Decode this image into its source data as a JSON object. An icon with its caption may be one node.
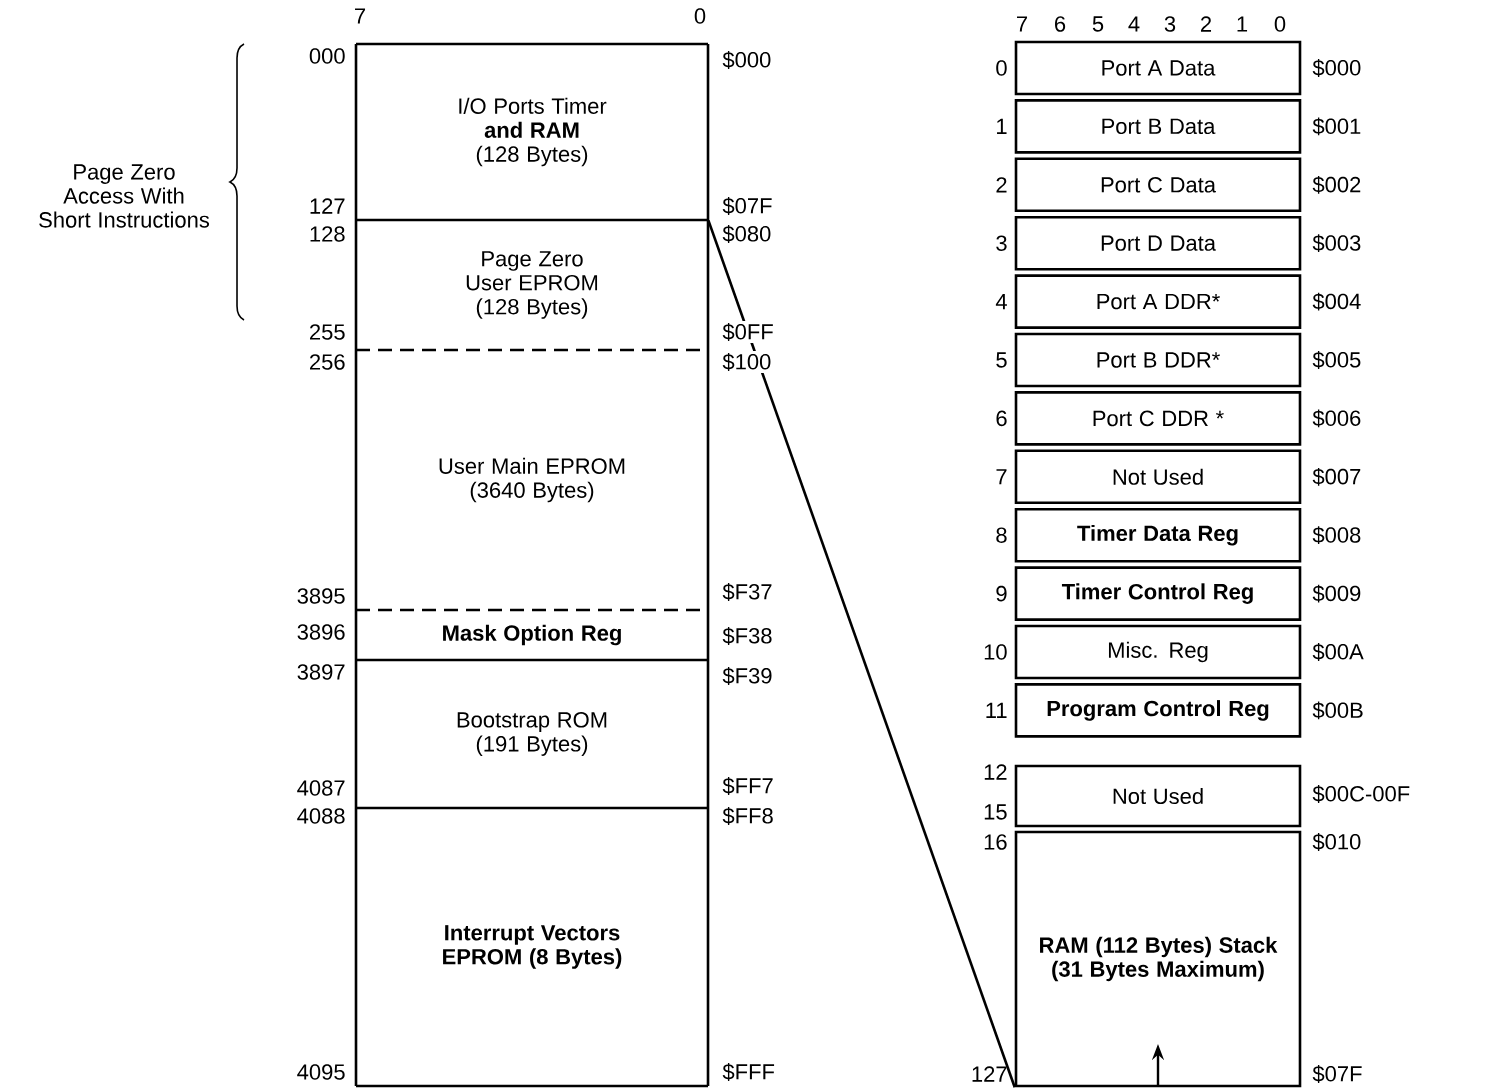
{
  "diagram": {
    "nodes": [
      {
        "text": [
          "I/O Ports Timer **and RAM** (128 Bytes)"
        ]
      },
      {
        "text": [
          "Page Zero User EPROM (128 Bytes)"
        ]
      },
      {
        "text": [
          "User Main EPROM (3640 Bytes)"
        ]
      },
      {
        "text": [
          "Mask Option Reg"
        ]
      },
      {
        "text": [
          "Bootstrap ROM (191 Bytes)"
        ]
      },
      {
        "text": [
          "Interrupt Vectors EPROM (8 Bytes)"
        ]
      },
      {
        "text": [
          "Port A Data"
        ]
      },
      {
        "text": [
          "Port B Data"
        ]
      },
      {
        "text": [
          "Port C Data"
        ]
      },
      {
        "text": [
          "Port D Data"
        ]
      },
      {
        "text": [
          "Port A DDR*"
        ]
      },
      {
        "text": [
          "Port B DDR*"
        ]
      },
      {
        "text": [
          "Port C DDR *"
        ]
      },
      {
        "text": [
          "Not Used"
        ]
      },
      {
        "text": [
          "Timer Data Reg"
        ]
      },
      {
        "text": [
          "Timer Control Reg"
        ]
      },
      {
        "text": [
          "Misc. Reg"
        ]
      },
      {
        "text": [
          "Program Control Reg"
        ]
      },
      {
        "text": [
          "Not Used"
        ]
      },
      {
        "text": [
          "RAM (112 Bytes) Stack (31 Bytes Maximum)"
        ]
      }
    ],
    "edges": [
      {
        "from": 0,
        "to": 19,
        "arrow": "none"
      }
    ],
    "labels": [
      "7",
      "0",
      "7",
      "6",
      "5",
      "4",
      "3",
      "2",
      "1",
      "0",
      "Page Zero Access With Short Instructions",
      "000",
      "127",
      "128",
      "255",
      "256",
      "3895",
      "3896",
      "3897",
      "4087",
      "4088",
      "4095",
      "$000",
      "$07F",
      "$080",
      "$0FF",
      "$100",
      "$F37",
      "$F38",
      "$F39",
      "$FF7",
      "$FF8",
      "$FFF",
      "0",
      "1",
      "2",
      "3",
      "4",
      "5",
      "6",
      "7",
      "8",
      "9",
      "10",
      "11",
      "12",
      "15",
      "16",
      "127",
      "$000",
      "$001",
      "$002",
      "$003",
      "$004",
      "$005",
      "$006",
      "$007",
      "$008",
      "$009",
      "$00A",
      "$00B",
      "$00C-00F",
      "$010",
      "$07F"
    ]
  }
}
